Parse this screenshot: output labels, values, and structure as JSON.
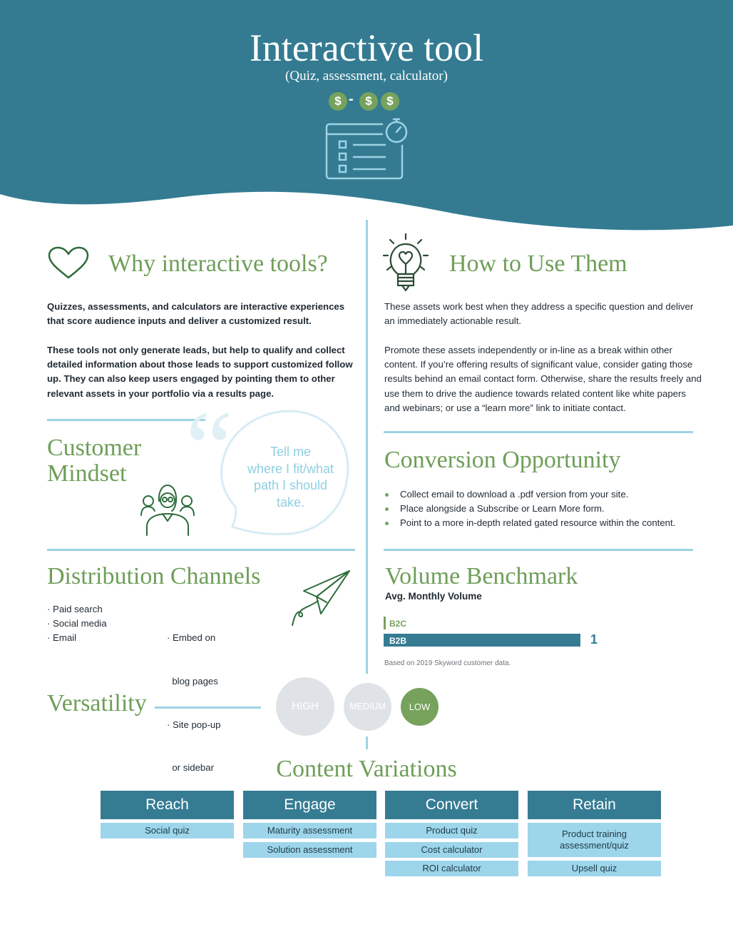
{
  "header": {
    "title": "Interactive tool",
    "subtitle": "(Quiz, assessment, calculator)",
    "cost": {
      "coin_symbol": "$",
      "separator": "-"
    },
    "icon": "form-checklist-timer-icon"
  },
  "why": {
    "heading": "Why interactive tools?",
    "icon": "heart-icon",
    "paragraph1": "Quizzes, assessments, and calculators are interactive experiences that score audience inputs and deliver a customized result.",
    "paragraph2": "These tools not only generate leads, but help to qualify and collect detailed information about those leads to support customized follow up. They can also keep users engaged by pointing them to other relevant assets in your portfolio via a results page."
  },
  "how": {
    "heading": "How to Use Them",
    "icon": "lightbulb-heart-icon",
    "paragraph1": "These assets work best when they address a specific question and deliver an immediately actionable result.",
    "paragraph2": "Promote these assets independently or in-line as a break within other content. If you’re offering results of significant value, consider gating those results behind an email contact form. Otherwise, share the results freely and use them to drive the audience towards related content like white papers and webinars; or use a “learn more” link to initiate contact."
  },
  "mindset": {
    "heading_line1": "Customer",
    "heading_line2": "Mindset",
    "quote_line1": "Tell me",
    "quote_line2": "where I fit/what",
    "quote_line3": "path I should",
    "quote_line4": "take.",
    "icon": "audience-people-icon"
  },
  "conversion": {
    "heading": "Conversion Opportunity",
    "items": [
      "Collect email to download a .pdf version from your site.",
      "Place alongside a Subscribe or Learn More form.",
      "Point to a more in-depth related gated resource within the content."
    ]
  },
  "distribution": {
    "heading": "Distribution Channels",
    "icon": "paper-plane-icon",
    "col1": [
      "· Paid search",
      "· Social media",
      "· Email"
    ],
    "col2": [
      "· Embed on",
      "  blog pages",
      "· Site pop-up",
      "  or sidebar"
    ]
  },
  "volume": {
    "heading": "Volume Benchmark",
    "subheading": "Avg. Monthly Volume",
    "footnote": "Based on 2019 Skyword customer data."
  },
  "chart_data": {
    "type": "bar",
    "orientation": "horizontal",
    "categories": [
      "B2C",
      "B2B"
    ],
    "values": [
      0,
      1
    ],
    "value_labels": [
      "",
      "1"
    ],
    "xlim": [
      0,
      1
    ]
  },
  "versatility": {
    "heading": "Versatility",
    "levels": [
      "HIGH",
      "MEDIUM",
      "LOW"
    ],
    "selected": "LOW"
  },
  "variations": {
    "heading": "Content Variations",
    "columns": [
      {
        "label": "Reach",
        "items": [
          "Social quiz"
        ]
      },
      {
        "label": "Engage",
        "items": [
          "Maturity assessment",
          "Solution assessment"
        ]
      },
      {
        "label": "Convert",
        "items": [
          "Product quiz",
          "Cost calculator",
          "ROI calculator"
        ]
      },
      {
        "label": "Retain",
        "items": [
          "Product training assessment/quiz",
          "Upsell quiz"
        ]
      }
    ]
  },
  "colors": {
    "header_teal": "#347b92",
    "accent_green": "#6e9e58",
    "light_blue": "#9dd3e3",
    "variation_item": "#9dd5eb"
  }
}
